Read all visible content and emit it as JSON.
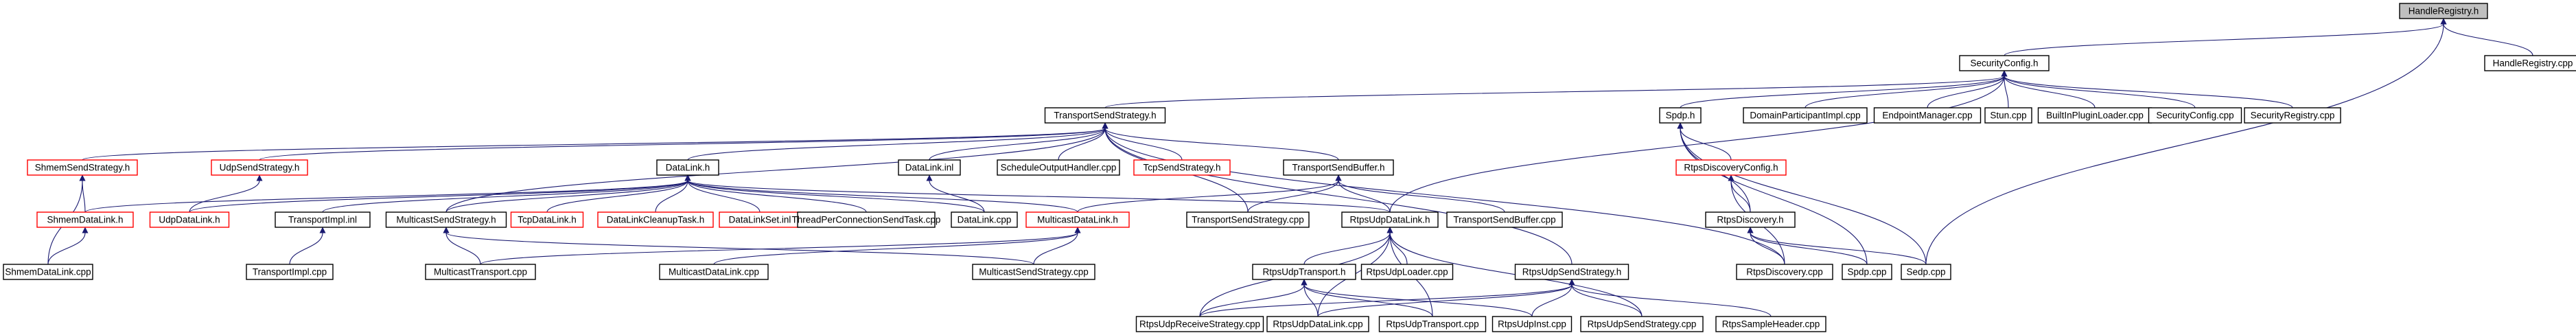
{
  "nodes": {
    "handleregistry_h": "HandleRegistry.h",
    "handleregistry_cpp": "HandleRegistry.cpp",
    "securityconfig_h": "SecurityConfig.h",
    "transportsendstrategy_h": "TransportSendStrategy.h",
    "spdp_h": "Spdp.h",
    "domainparticipantimpl_cpp": "DomainParticipantImpl.cpp",
    "endpointmanager_cpp": "EndpointManager.cpp",
    "stun_cpp": "Stun.cpp",
    "builtinpluginloader_cpp": "BuiltInPluginLoader.cpp",
    "securityconfig_cpp": "SecurityConfig.cpp",
    "securityregistry_cpp": "SecurityRegistry.cpp",
    "shmemsendstrategy_h": "ShmemSendStrategy.h",
    "udpsendstrategy_h": "UdpSendStrategy.h",
    "datalink_h": "DataLink.h",
    "datalink_inl": "DataLink.inl",
    "scheduleoutputhandler_cpp": "ScheduleOutputHandler.cpp",
    "tcpsendstrategy_h": "TcpSendStrategy.h",
    "transportsendbuffer_h": "TransportSendBuffer.h",
    "rtpsdiscoveryconfig_h": "RtpsDiscoveryConfig.h",
    "shmemdatalink_h": "ShmemDataLink.h",
    "udpdatalink_h": "UdpDataLink.h",
    "transportimpl_inl": "TransportImpl.inl",
    "multicastsendstrategy_h": "MulticastSendStrategy.h",
    "tcpdatalink_h": "TcpDataLink.h",
    "datalinkcleanuptask_h": "DataLinkCleanupTask.h",
    "datalinkset_inl": "DataLinkSet.inl",
    "threadperconnectionsendtask_cpp": "ThreadPerConnectionSendTask.cpp",
    "datalink_cpp": "DataLink.cpp",
    "multicastdatalink_h": "MulticastDataLink.h",
    "transportsendstrategy_cpp": "TransportSendStrategy.cpp",
    "rtpsudpdatalink_h": "RtpsUdpDataLink.h",
    "transportsendbuffer_cpp": "TransportSendBuffer.cpp",
    "rtpsdiscovery_h": "RtpsDiscovery.h",
    "shmemdatalink_cpp": "ShmemDataLink.cpp",
    "transportimpl_cpp": "TransportImpl.cpp",
    "multicasttransport_cpp": "MulticastTransport.cpp",
    "multicastdatalink_cpp": "MulticastDataLink.cpp",
    "multicastsendstrategy_cpp": "MulticastSendStrategy.cpp",
    "rtpsudptransport_h": "RtpsUdpTransport.h",
    "rtpsudploader_cpp": "RtpsUdpLoader.cpp",
    "rtpsudpsendstrategy_h": "RtpsUdpSendStrategy.h",
    "rtpsdiscovery_cpp": "RtpsDiscovery.cpp",
    "spdp_cpp": "Spdp.cpp",
    "sedp_cpp": "Sedp.cpp",
    "rtpsudpreceivestrategy_cpp": "RtpsUdpReceiveStrategy.cpp",
    "rtpsudpdatalink_cpp": "RtpsUdpDataLink.cpp",
    "rtpsudptransport_cpp": "RtpsUdpTransport.cpp",
    "rtpsudpinst_cpp": "RtpsUdpInst.cpp",
    "rtpsudpsendstrategy_cpp": "RtpsUdpSendStrategy.cpp",
    "rtpssampleheader_cpp": "RtpsSampleHeader.cpp"
  },
  "colors": {
    "edge": "#191970",
    "node_border": "#000000",
    "truncated_node_border": "#ff0000",
    "highlight_fill": "#bfbfbf"
  }
}
